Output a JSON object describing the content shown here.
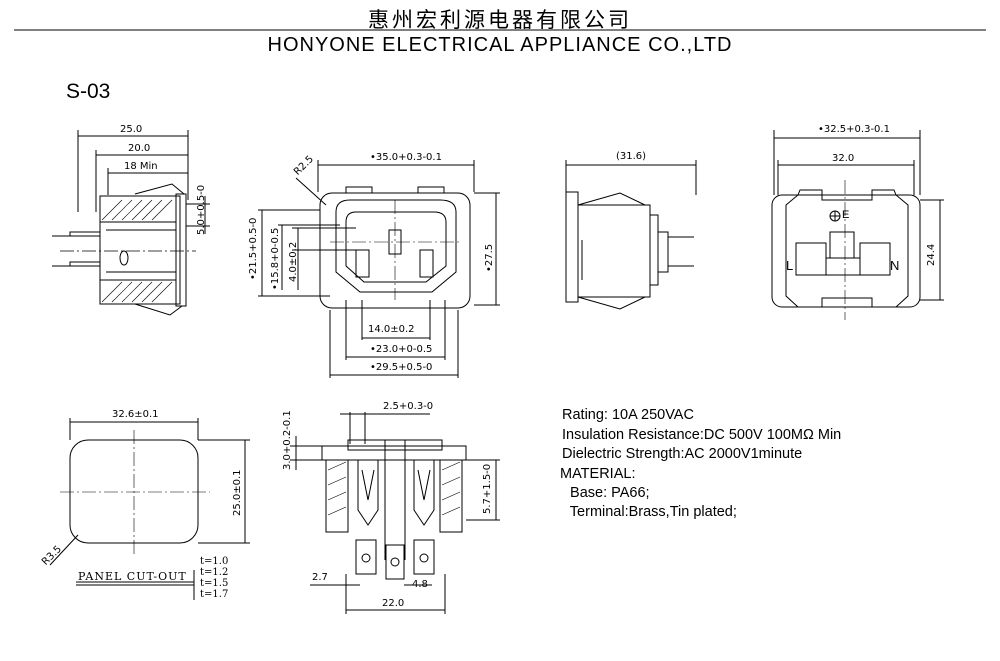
{
  "header": {
    "company_cn": "惠州宏利源电器有限公司",
    "company_en": "HONYONE  ELECTRICAL  APPLIANCE  CO.,LTD"
  },
  "model": "S-03",
  "side_view": {
    "dim_total": "25.0",
    "dim_20": "20.0",
    "dim_18": "18 Min",
    "dim_5": "5.0+0.5-0"
  },
  "front_view": {
    "dim_width": "•35.0+0.3-0.1",
    "dim_radius": "R2.5",
    "dim_height": "•27.5",
    "dim_21_5": "•21.5+0.5-0",
    "dim_15_8": "•15.8+0-0.5",
    "dim_4": "4.0±0.2",
    "dim_14": "14.0±0.2",
    "dim_23": "•23.0+0-0.5",
    "dim_29_5": "•29.5+0.5-0"
  },
  "profile_view": {
    "dim_depth": "(31.6)"
  },
  "rear_view": {
    "dim_32_5": "•32.5+0.3-0.1",
    "dim_32": "32.0",
    "dim_24_4": "24.4",
    "earth_label": "E",
    "line_label": "L",
    "neutral_label": "N"
  },
  "panel_cutout": {
    "dim_width": "32.6±0.1",
    "dim_height": "25.0±0.1",
    "dim_radius": "R3.5",
    "title": "PANEL CUT-OUT",
    "thickness": [
      "t=1.0",
      "t=1.2",
      "t=1.5",
      "t=1.7"
    ]
  },
  "section_view": {
    "dim_2_5": "2.5+0.3-0",
    "dim_3": "3.0+0.2-0.1",
    "dim_5_7": "5.7+1.5-0",
    "dim_2_7": "2.7",
    "dim_4_8": "4.8",
    "dim_22": "22.0"
  },
  "specs": {
    "rating": "Rating: 10A 250VAC",
    "insulation": "Insulation Resistance:DC 500V 100MΩ  Min",
    "dielectric": "Dielectric Strength:AC 2000V1minute",
    "material": "MATERIAL:",
    "base": "  Base: PA66;",
    "terminal": "  Terminal:Brass,Tin plated;"
  }
}
